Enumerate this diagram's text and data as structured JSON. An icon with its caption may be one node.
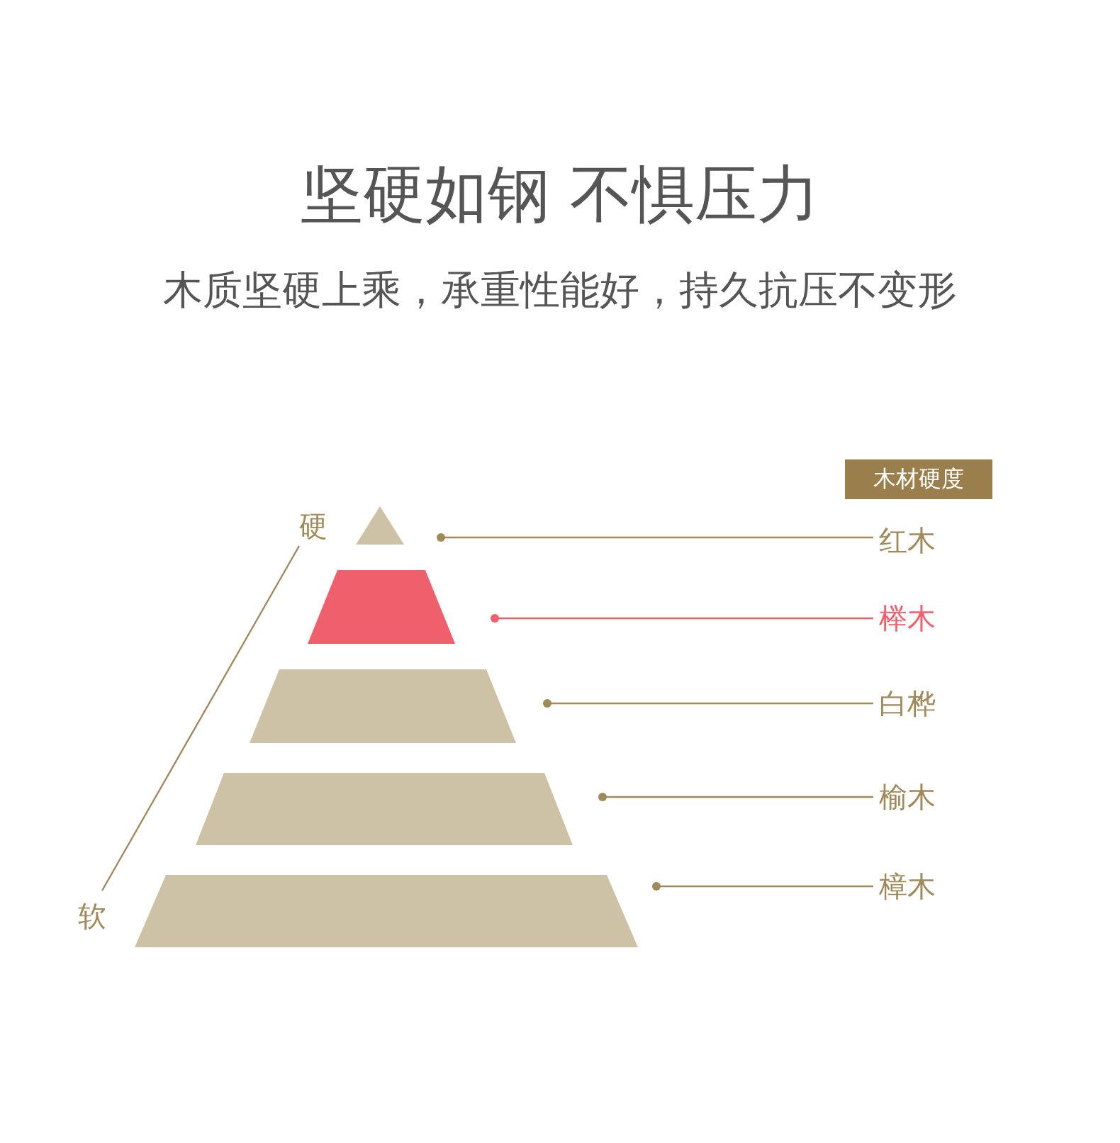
{
  "diagram": {
    "title": "坚硬如钢 不惧压力",
    "nodes": [
      {
        "text": [
          "木材硬度"
        ]
      },
      {
        "text": [],
        "shape": "triangle"
      },
      {
        "text": [
          "红木"
        ]
      },
      {
        "text": [],
        "shape": "trapezoid"
      },
      {
        "text": [
          "榉木"
        ]
      },
      {
        "text": [],
        "shape": "trapezoid"
      },
      {
        "text": [
          "白桦"
        ]
      },
      {
        "text": [],
        "shape": "trapezoid"
      },
      {
        "text": [
          "榆木"
        ]
      },
      {
        "text": [],
        "shape": "trapezoid"
      },
      {
        "text": [
          "樟木"
        ]
      }
    ],
    "edges": [
      {
        "from": 2,
        "to": 1,
        "arrow": "other"
      },
      {
        "from": 4,
        "to": 3,
        "arrow": "other",
        "color": "#f0606c"
      },
      {
        "from": 6,
        "to": 5,
        "arrow": "other"
      },
      {
        "from": 8,
        "to": 7,
        "arrow": "other"
      },
      {
        "from": 10,
        "to": 9,
        "arrow": "other"
      }
    ],
    "labels": [
      "木质坚硬上乘，承重性能好，持久抗压不变形",
      "硬",
      "软"
    ]
  }
}
